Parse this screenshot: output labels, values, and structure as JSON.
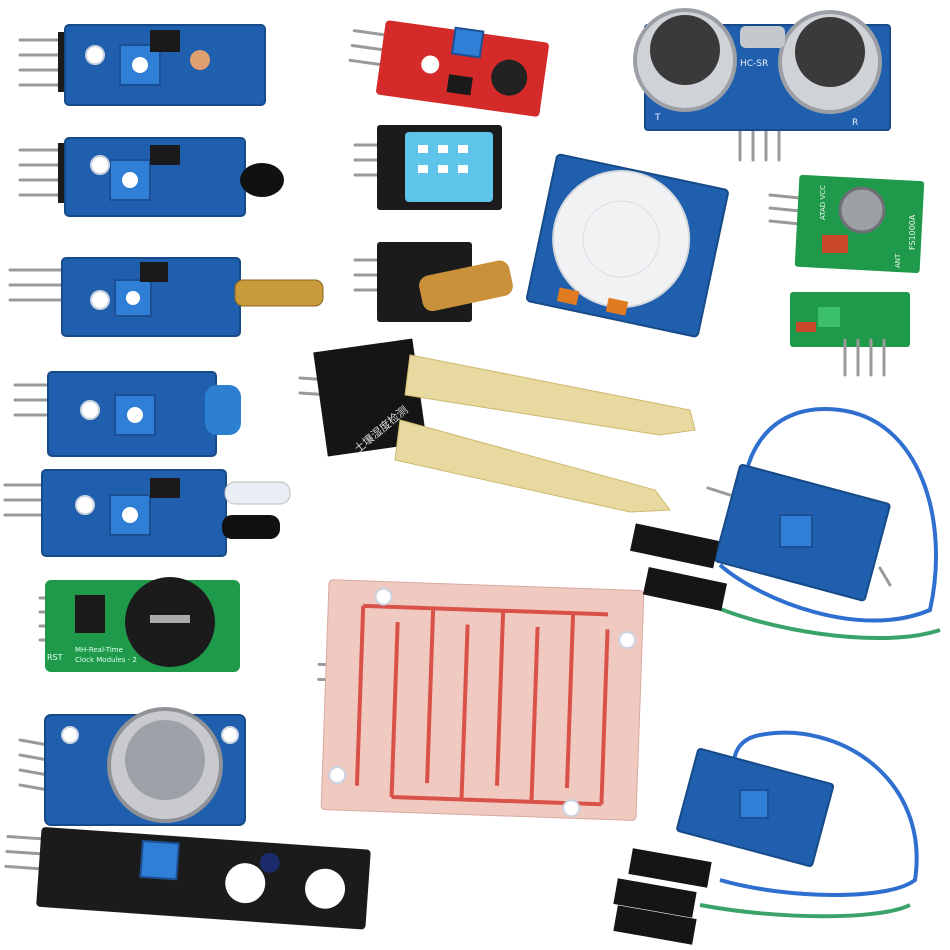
{
  "ultrasonic": {
    "model_label": "HC-SR",
    "transmitter_label": "T",
    "receiver_label": "R"
  },
  "rf_transmitter": {
    "model_label": "FS1000A",
    "pins_label": "ATAD VCC",
    "antenna_label": "ANT"
  },
  "rtc_module": {
    "label_line1": "MH-Real-Time",
    "label_line2": "Clock Modules - 2",
    "pin_label": "RST"
  },
  "soil_sensor": {
    "label": "土壤湿度检测"
  },
  "colors": {
    "pcb_blue": "#1f5fae",
    "pcb_green": "#1f9a4a",
    "pcb_red": "#d42a2a",
    "rain_board": "#f0c9c0",
    "soil_probe": "#e8d9a0",
    "wire_blue": "#2f6fd0",
    "wire_green": "#3aa36a"
  }
}
